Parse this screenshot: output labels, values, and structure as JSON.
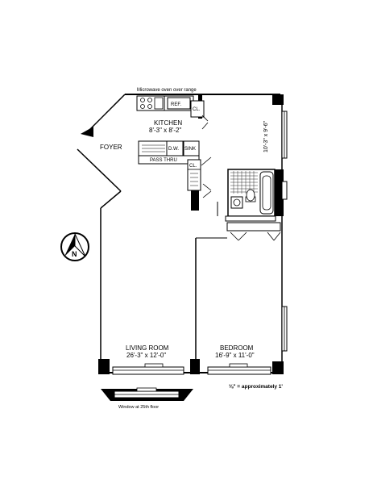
{
  "labels": {
    "microwave": "Microwave oven over range",
    "ref": "REF.",
    "closet_kitchen": "CL.",
    "kitchen": "KITCHEN",
    "kitchen_dim": "8'-3\" x 8'-2\"",
    "dw": "D.W.",
    "sink": "SINK",
    "pass_thru": "PASS THRU",
    "closet_hall": "CL.",
    "foyer": "FOYER",
    "dressing_dim": "10'-3\" x 9'-6\"",
    "north": "N",
    "living": "LIVING ROOM",
    "living_dim": "26'-3\" x 12'-0\"",
    "bedroom": "BEDROOM",
    "bedroom_dim": "16'-9\" x 11'-0\"",
    "scale": "⅛\" = approximately 1'",
    "window_note": "Window at 25th floor"
  }
}
